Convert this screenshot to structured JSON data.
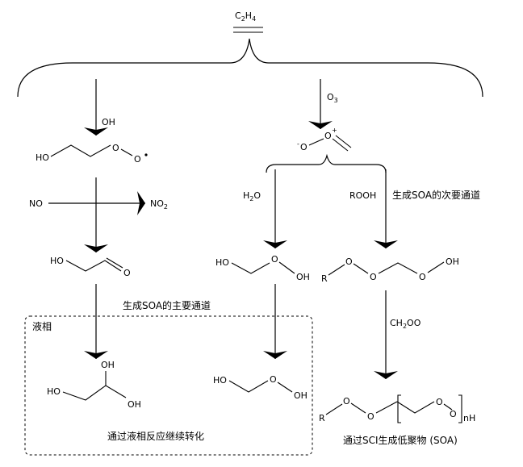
{
  "reactant": {
    "formula_main": "C",
    "formula_sub1": "2",
    "formula_mid": "H",
    "formula_sub2": "4"
  },
  "left_branch": {
    "reagent": "OH",
    "peroxy_ho": "HO",
    "peroxy_o": "O",
    "no": "NO",
    "no2_main": "NO",
    "no2_sub": "2",
    "aldehyde_ho": "HO",
    "aldehyde_o": "O",
    "main_route_label": "生成SOA的主要通道",
    "aqueous_label": "液相",
    "glycerol_oh_top": "OH",
    "glycerol_ho": "HO",
    "glycerol_oh_right": "OH",
    "aqueous_caption": "通过液相反应继续转化"
  },
  "right_branch": {
    "reagent_main": "O",
    "reagent_sub": "3",
    "sci_o_minus": "O",
    "sci_o_plus": "O",
    "water_main": "H",
    "water_sub": "2",
    "water_o": "O",
    "rooh": "ROOH",
    "secondary_route_label": "生成SOA的次要通道",
    "hmhp_ho": "HO",
    "hmhp_o": "O",
    "hmhp_oh": "OH",
    "hmhp2_ho": "HO",
    "hmhp2_o": "O",
    "hmhp2_oh": "OH",
    "adduct_r": "R",
    "adduct_o": "O",
    "adduct_oh": "OH",
    "ch2oo_main": "CH",
    "ch2oo_sub": "2",
    "ch2oo_tail": "OO",
    "oligomer_r": "R",
    "oligomer_o": "O",
    "oligomer_n": "n",
    "oligomer_h": "H",
    "oligomer_caption": "通过SCI生成低聚物 (SOA)"
  }
}
